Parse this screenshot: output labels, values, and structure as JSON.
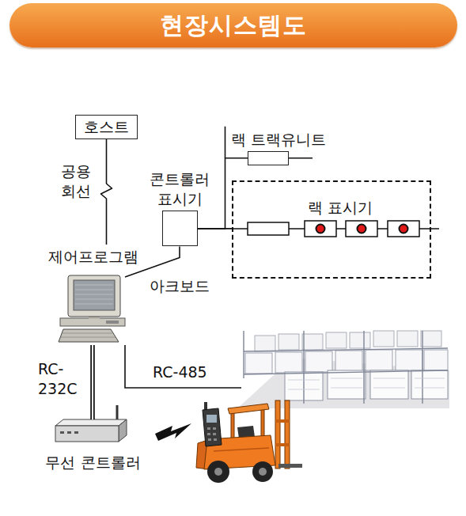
{
  "diagram": {
    "title": "현장시스템도",
    "nodes": [
      {
        "text": [
          "호스트"
        ]
      },
      {
        "text": [
          "랙 트랙유니트"
        ]
      },
      {
        "text": [
          "콘트롤러 표시기"
        ]
      },
      {
        "text": [
          "랙 표시기"
        ]
      },
      {
        "text": [
          "제어프로그램"
        ]
      },
      {
        "text": [
          "무선 콘트롤러"
        ]
      }
    ],
    "edges": [
      {
        "from": 0,
        "to": 4,
        "label": "공용 회선",
        "arrow": "none"
      },
      {
        "from": 2,
        "to": 4,
        "label": "아크보드",
        "arrow": "none"
      },
      {
        "from": 2,
        "to": 1,
        "arrow": "none"
      },
      {
        "from": 2,
        "to": 3,
        "arrow": "none"
      },
      {
        "from": 4,
        "to": 5,
        "label": "RC- 232C",
        "arrow": "none"
      }
    ],
    "labels": [
      "RC-485"
    ]
  }
}
